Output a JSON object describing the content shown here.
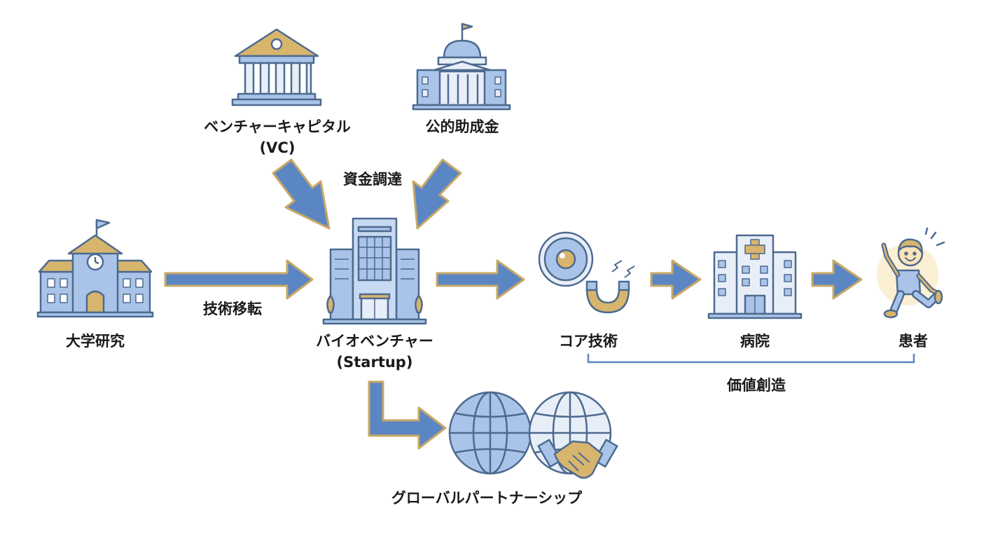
{
  "nodes": {
    "vc": {
      "label": "ベンチャーキャピタル",
      "sublabel": "(VC)"
    },
    "grant": {
      "label": "公的助成金"
    },
    "university": {
      "label": "大学研究"
    },
    "startup": {
      "label": "バイオベンチャー",
      "sublabel": "(Startup)"
    },
    "core_tech": {
      "label": "コア技術"
    },
    "hospital": {
      "label": "病院"
    },
    "patient": {
      "label": "患者"
    },
    "global": {
      "label": "グローバルパートナーシップ"
    }
  },
  "edges": {
    "funding": {
      "label": "資金調達"
    },
    "tech_transfer": {
      "label": "技術移転"
    },
    "value_creation": {
      "label": "価値創造"
    }
  },
  "colors": {
    "arrow_fill": "#5b86c4",
    "arrow_outline": "#c9a865",
    "icon_blue": "#a9c4e8",
    "icon_outline": "#4d6a8f",
    "icon_gold": "#d7b56d",
    "text": "#1a1a1a"
  }
}
